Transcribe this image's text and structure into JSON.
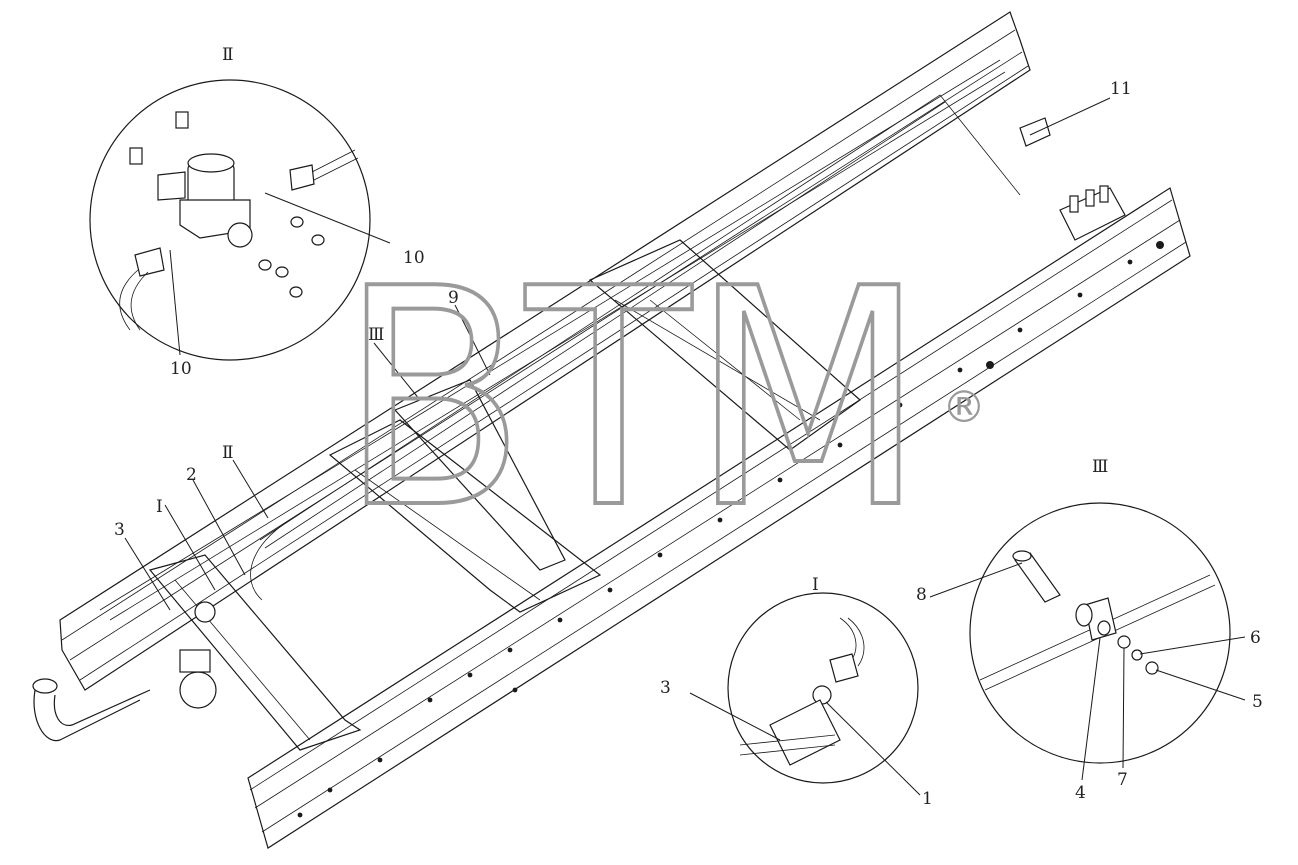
{
  "callouts": {
    "c1_detail": "1",
    "c2": "2",
    "c3_main": "3",
    "c3_detail": "3",
    "c4": "4",
    "c5": "5",
    "c6": "6",
    "c7": "7",
    "c8": "8",
    "c9": "9",
    "c10_a": "10",
    "c10_b": "10",
    "c11": "11"
  },
  "view_labels": {
    "detail_II_title": "Ⅱ",
    "detail_III_title": "Ⅲ",
    "detail_I_title": "Ⅰ",
    "main_I": "Ⅰ",
    "main_II": "Ⅱ",
    "main_III": "Ⅲ"
  },
  "watermark": {
    "text": "BTM",
    "mark": "®",
    "color": "#9a9a9a"
  }
}
